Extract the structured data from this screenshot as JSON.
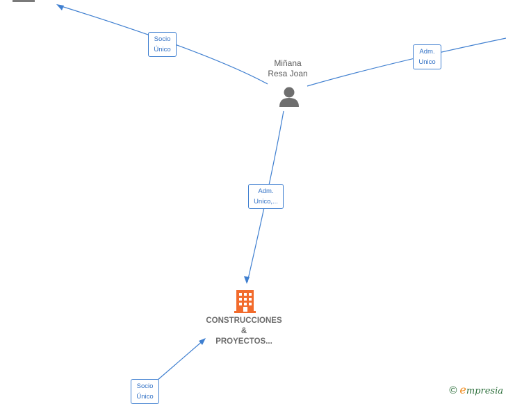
{
  "nodes": {
    "person": {
      "name_lines": [
        "Miñana",
        "Resa Joan"
      ],
      "icon": "person-icon",
      "color": "#6e6e6e"
    },
    "company": {
      "name_lines": [
        "CONSTRUCCIONES",
        "&",
        "PROYECTOS..."
      ],
      "icon": "building-icon",
      "color": "#f26b2c"
    }
  },
  "edges": {
    "person_to_top_left": {
      "label_lines": [
        "Socio",
        "Único"
      ]
    },
    "person_to_top_right": {
      "label_lines": [
        "Adm.",
        "Unico"
      ]
    },
    "person_to_company": {
      "label_lines": [
        "Adm.",
        "Unico,..."
      ]
    },
    "bottom_left_to_company": {
      "label_lines": [
        "Socio",
        "Único"
      ]
    }
  },
  "colors": {
    "edge": "#3f7fd0"
  },
  "brand": {
    "symbol": "©",
    "name_initial": "e",
    "name_rest": "mpresia"
  }
}
